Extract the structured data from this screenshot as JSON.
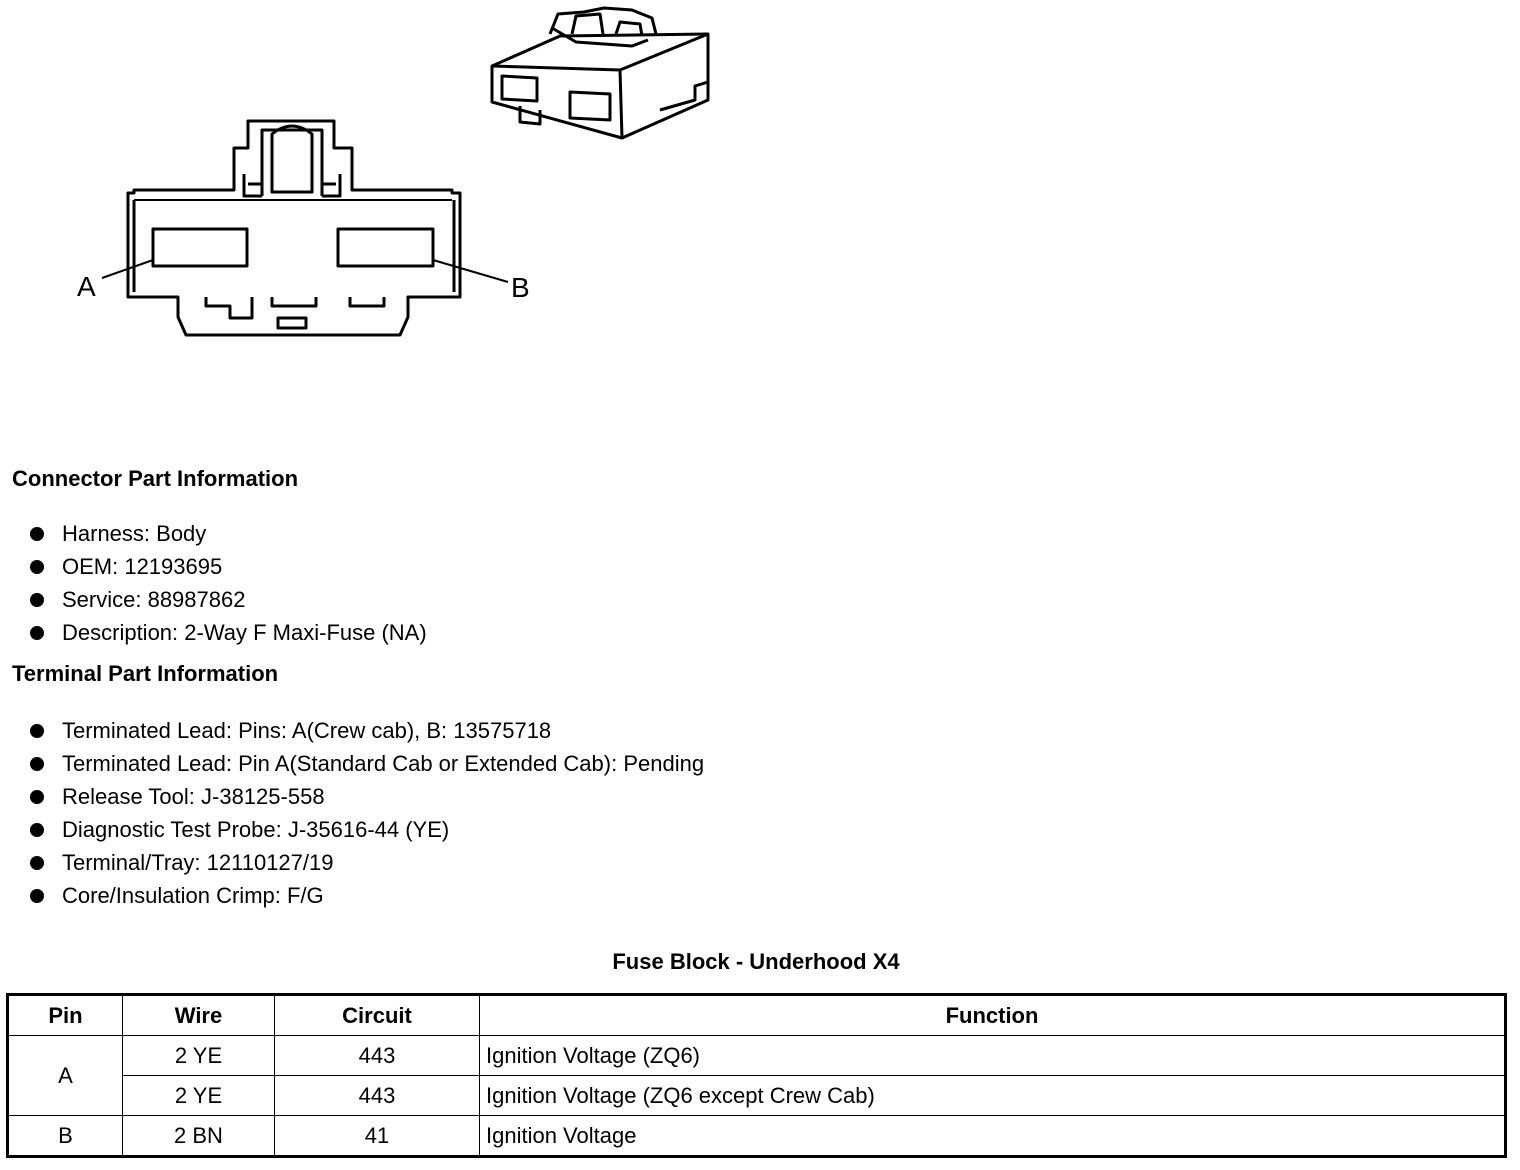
{
  "figure": {
    "callouts": [
      "A",
      "B"
    ]
  },
  "connector_info": {
    "heading": "Connector Part Information",
    "items": [
      "Harness: Body",
      "OEM: 12193695",
      "Service: 88987862",
      "Description: 2-Way F Maxi-Fuse (NA)"
    ]
  },
  "terminal_info": {
    "heading": "Terminal Part Information",
    "items": [
      "Terminated Lead: Pins: A(Crew cab), B: 13575718",
      "Terminated Lead: Pin A(Standard Cab or Extended Cab): Pending",
      "Release Tool: J-38125-558",
      "Diagnostic Test Probe: J-35616-44 (YE)",
      "Terminal/Tray: 12110127/19",
      "Core/Insulation Crimp: F/G"
    ]
  },
  "table": {
    "title": "Fuse Block - Underhood X4",
    "headers": [
      "Pin",
      "Wire",
      "Circuit",
      "Function"
    ],
    "rows": [
      {
        "pin": "A",
        "wire": "2 YE",
        "circuit": "443",
        "function": "Ignition Voltage (ZQ6)"
      },
      {
        "pin": "",
        "wire": "2 YE",
        "circuit": "443",
        "function": "Ignition Voltage (ZQ6 except Crew Cab)"
      },
      {
        "pin": "B",
        "wire": "2 BN",
        "circuit": "41",
        "function": "Ignition Voltage"
      }
    ]
  }
}
